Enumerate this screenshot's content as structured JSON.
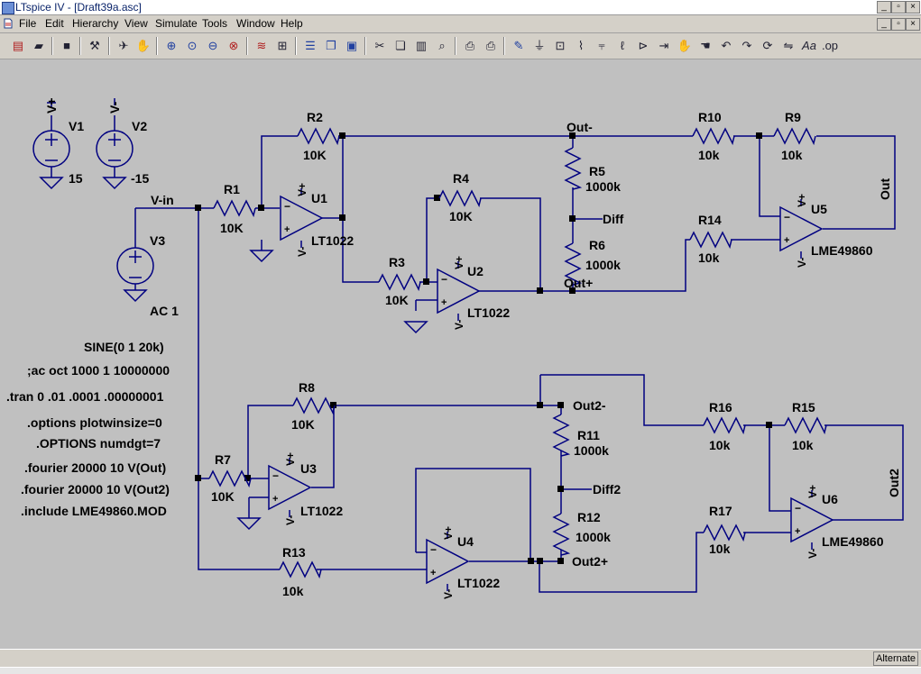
{
  "window": {
    "title": "LTspice IV - [Draft39a.asc]"
  },
  "menu": {
    "file": "File",
    "edit": "Edit",
    "hierarchy": "Hierarchy",
    "view": "View",
    "simulate": "Simulate",
    "tools": "Tools",
    "window": "Window",
    "help": "Help"
  },
  "toolbar": [
    "new-schematic",
    "open",
    "save",
    "control-panel",
    "run",
    "halt",
    "zoom-in",
    "pan",
    "zoom-out",
    "zoom-fit",
    "autorange",
    "grid",
    "tile-horizontal",
    "cascade",
    "arrange",
    "cut",
    "copy",
    "paste",
    "find",
    "print-setup",
    "print",
    "wire",
    "ground",
    "label",
    "resistor",
    "capacitor",
    "inductor",
    "diode",
    "component",
    "move",
    "drag",
    "undo",
    "redo",
    "rotate",
    "mirror",
    "text",
    "spice-directive"
  ],
  "components": {
    "V1": {
      "name": "V1",
      "value": "15",
      "terminal": "V+"
    },
    "V2": {
      "name": "V2",
      "value": "-15",
      "terminal": "V-"
    },
    "V3": {
      "name": "V3",
      "value": "AC 1",
      "aux": "SINE(0 1 20k)"
    },
    "R1": {
      "name": "R1",
      "value": "10K"
    },
    "R2": {
      "name": "R2",
      "value": "10K"
    },
    "R3": {
      "name": "R3",
      "value": "10K"
    },
    "R4": {
      "name": "R4",
      "value": "10K"
    },
    "R5": {
      "name": "R5",
      "value": "1000k"
    },
    "R6": {
      "name": "R6",
      "value": "1000k"
    },
    "R7": {
      "name": "R7",
      "value": "10K"
    },
    "R8": {
      "name": "R8",
      "value": "10K"
    },
    "R9": {
      "name": "R9",
      "value": "10k"
    },
    "R10": {
      "name": "R10",
      "value": "10k"
    },
    "R11": {
      "name": "R11",
      "value": "1000k"
    },
    "R12": {
      "name": "R12",
      "value": "1000k"
    },
    "R13": {
      "name": "R13",
      "value": "10k"
    },
    "R14": {
      "name": "R14",
      "value": "10k"
    },
    "R15": {
      "name": "R15",
      "value": "10k"
    },
    "R16": {
      "name": "R16",
      "value": "10k"
    },
    "R17": {
      "name": "R17",
      "value": "10k"
    },
    "U1": {
      "name": "U1",
      "model": "LT1022"
    },
    "U2": {
      "name": "U2",
      "model": "LT1022"
    },
    "U3": {
      "name": "U3",
      "model": "LT1022"
    },
    "U4": {
      "name": "U4",
      "model": "LT1022"
    },
    "U5": {
      "name": "U5",
      "model": "LME49860"
    },
    "U6": {
      "name": "U6",
      "model": "LME49860"
    }
  },
  "nets": {
    "vin": "V-in",
    "out_minus": "Out-",
    "out_plus": "Out+",
    "diff": "Diff",
    "out": "Out",
    "out2_minus": "Out2-",
    "out2_plus": "Out2+",
    "diff2": "Diff2",
    "out2": "Out2",
    "vplus": "V+",
    "vminus": "V-"
  },
  "directives": [
    ";ac oct 1000 1 10000000",
    ".tran 0 .01 .0001 .00000001",
    ".options plotwinsize=0",
    ".OPTIONS numdgt=7",
    ".fourier 20000 10 V(Out)",
    ".fourier 20000 10 V(Out2)",
    ".include LME49860.MOD"
  ],
  "status": {
    "mode": "Alternate"
  }
}
